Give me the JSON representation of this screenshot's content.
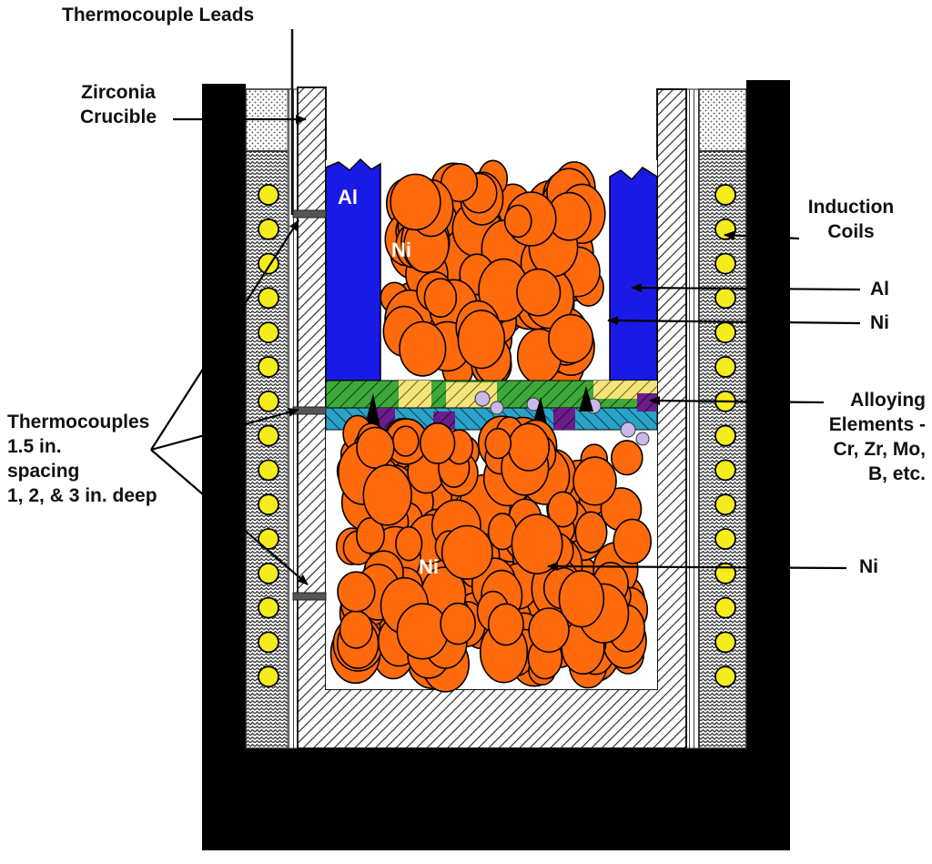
{
  "labels": {
    "thermocouple_leads": "Thermocouple Leads",
    "zirconia_crucible": [
      "Zirconia",
      "Crucible"
    ],
    "induction_coils": [
      "Induction",
      "Coils"
    ],
    "al_right": "Al",
    "ni_right_top": "Ni",
    "alloying": [
      "Alloying",
      "Elements -",
      "Cr, Zr, Mo,",
      "B, etc."
    ],
    "thermocouples": [
      "Thermocouples",
      "1.5  in.",
      "spacing",
      "1, 2, & 3 in. deep"
    ],
    "ni_right_bottom": "Ni"
  },
  "inner": {
    "al": "Al",
    "ni_top": "Ni",
    "ni_bottom": "Ni"
  },
  "colors": {
    "housing": "#000000",
    "coil": "#f5ec1e",
    "aluminum": "#1a1ae6",
    "nickel": "#ff6a0d",
    "alloy_green": "#3ea83a",
    "alloy_yellow": "#f4e47a",
    "alloy_teal": "#2aa3c8",
    "alloy_purple": "#6a1e8a",
    "alloy_lavender": "#c9b8ea"
  }
}
